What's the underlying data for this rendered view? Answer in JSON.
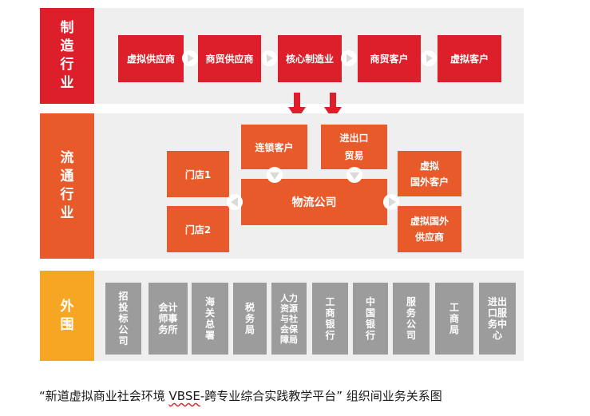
{
  "sections": {
    "manufacturing": "制造行业",
    "circulation": "流通行业",
    "periphery": "外围"
  },
  "manufacturing_chain": [
    "虚拟供应商",
    "商贸供应商",
    "核心制造业",
    "商贸客户",
    "虚拟客户"
  ],
  "circulation": {
    "chain_customer": "连锁客户",
    "import_export": [
      "进出口",
      "贸易"
    ],
    "logistics": "物流公司",
    "store1": "门店1",
    "store2": "门店2",
    "foreign_customer": [
      "虚拟",
      "国外客户"
    ],
    "foreign_supplier": [
      "虚拟国外",
      "供应商"
    ]
  },
  "periphery_orgs": [
    "招投标公司",
    "会计师事务所",
    "海关总署",
    "税务局",
    "人力资源与社会保障局",
    "工商银行",
    "中国银行",
    "服务公司",
    "工商局",
    "进出口服务中心"
  ],
  "caption": {
    "before": "“新道虚拟商业社会环境 ",
    "vbse": "VBSE",
    "after": "-跨专业综合实践教学平台” 组织间业务关系图"
  },
  "colors": {
    "manufacturing": "#dc1f2b",
    "circulation": "#e85a2a",
    "periphery": "#f6a623",
    "org_box": "#9c9c9c",
    "band": "#efefef"
  }
}
